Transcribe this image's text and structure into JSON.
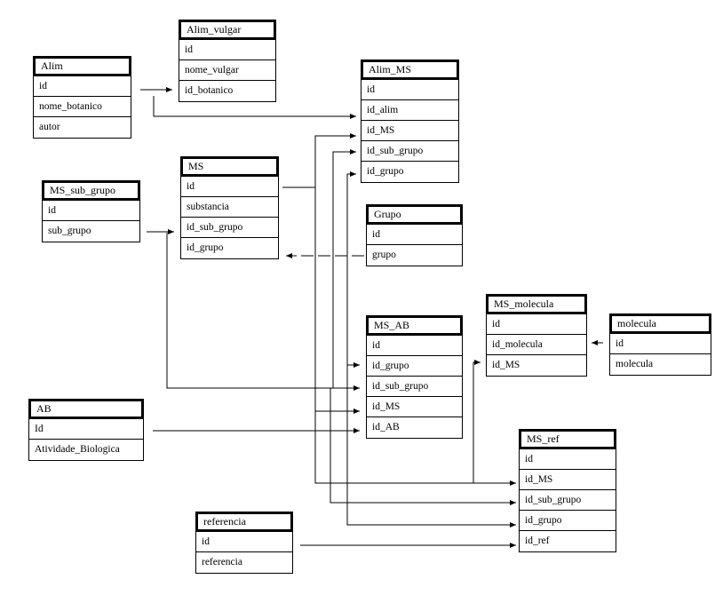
{
  "tables": {
    "alim": {
      "title": "Alim",
      "fields": [
        "id",
        "nome_botanico",
        "autor"
      ]
    },
    "alim_vulgar": {
      "title": "Alim_vulgar",
      "fields": [
        "id",
        "nome_vulgar",
        "id_botanico"
      ]
    },
    "alim_ms": {
      "title": "Alim_MS",
      "fields": [
        "id",
        "id_alim",
        "id_MS",
        "id_sub_grupo",
        "id_grupo"
      ]
    },
    "ms_sub_grupo": {
      "title": "MS_sub_grupo",
      "fields": [
        "id",
        "sub_grupo"
      ]
    },
    "ms": {
      "title": "MS",
      "fields": [
        "id",
        "substancia",
        "id_sub_grupo",
        "id_grupo"
      ]
    },
    "grupo": {
      "title": "Grupo",
      "fields": [
        "id",
        "grupo"
      ]
    },
    "ms_molecula": {
      "title": "MS_molecula",
      "fields": [
        "id",
        "id_molecula",
        "id_MS"
      ]
    },
    "molecula": {
      "title": "molecula",
      "fields": [
        "id",
        "molecula"
      ]
    },
    "ms_ab": {
      "title": "MS_AB",
      "fields": [
        "id",
        "id_grupo",
        "id_sub_grupo",
        "id_MS",
        "id_AB"
      ]
    },
    "ab": {
      "title": "AB",
      "fields": [
        "Id",
        "Atividade_Biologica"
      ]
    },
    "ms_ref": {
      "title": "MS_ref",
      "fields": [
        "id",
        "id_MS",
        "id_sub_grupo",
        "id_grupo",
        "id_ref"
      ]
    },
    "referencia": {
      "title": "referencia",
      "fields": [
        "id",
        "referencia"
      ]
    }
  }
}
